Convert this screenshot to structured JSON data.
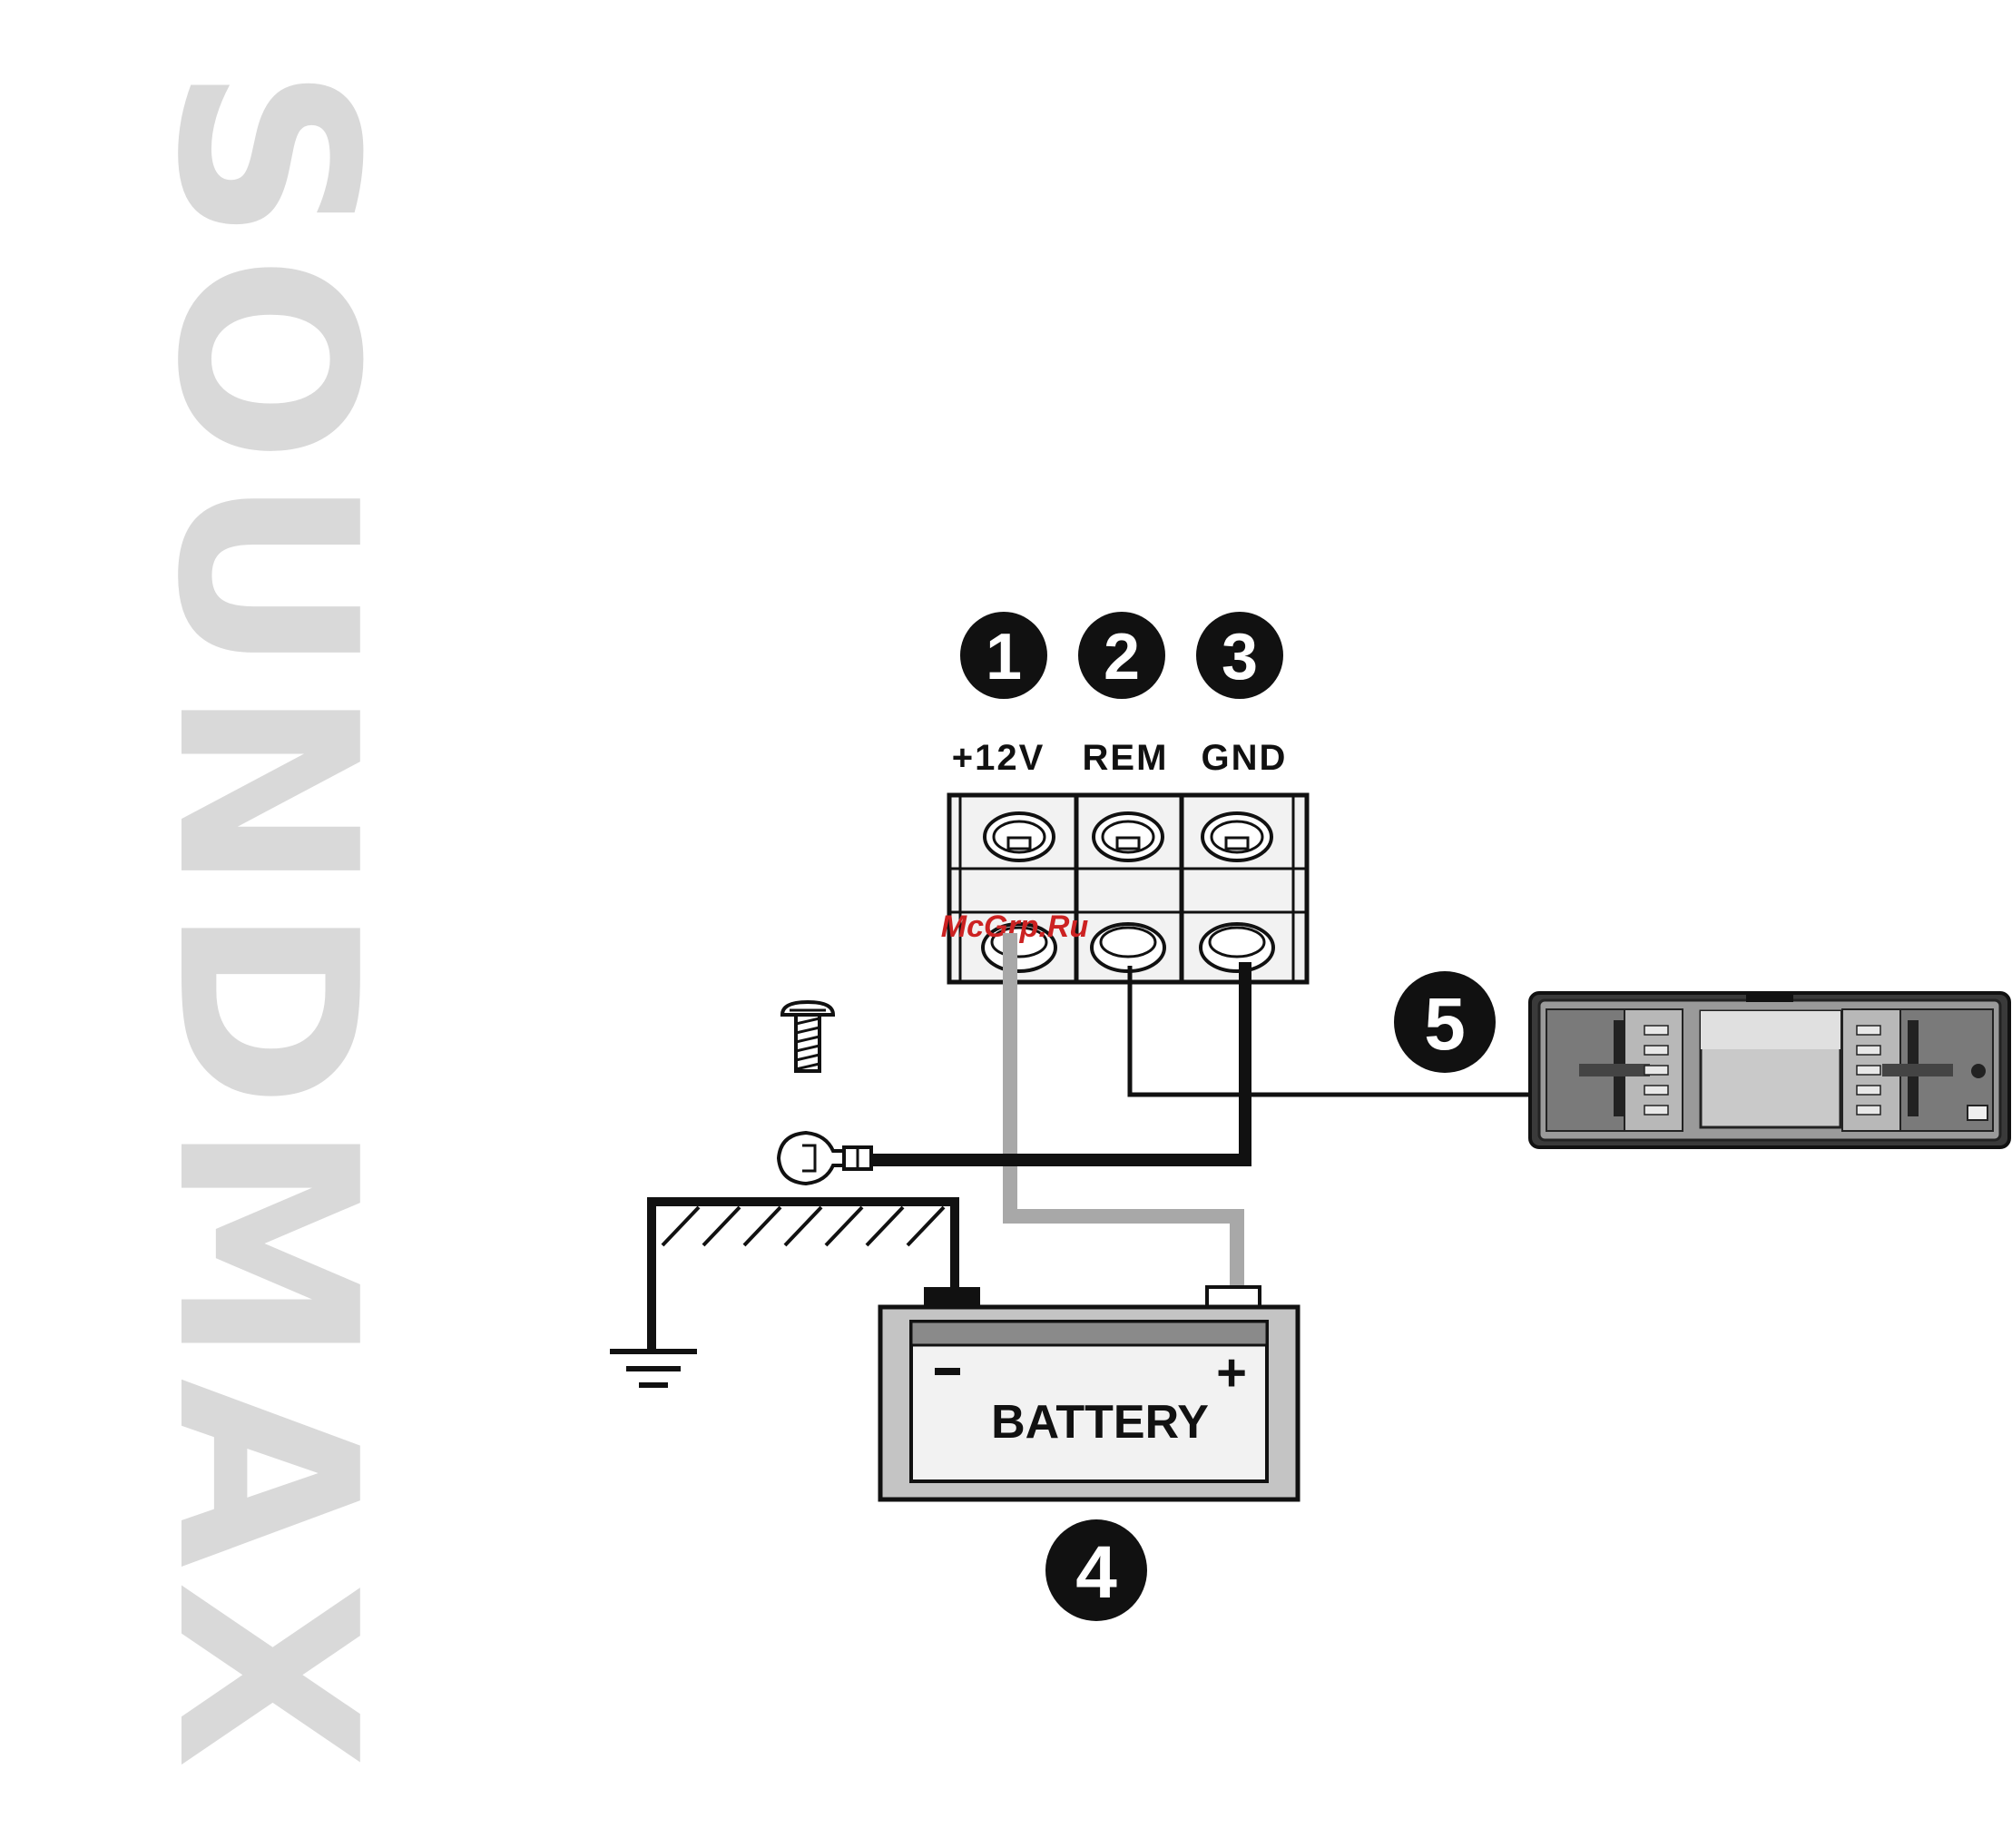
{
  "brand": {
    "text": "SOUNDMAX",
    "color": "#d9d9d9"
  },
  "callouts": [
    {
      "id": "1",
      "text": "1"
    },
    {
      "id": "2",
      "text": "2"
    },
    {
      "id": "3",
      "text": "3"
    },
    {
      "id": "4",
      "text": "4"
    },
    {
      "id": "5",
      "text": "5"
    }
  ],
  "terminal_labels": {
    "plus12v": "+12V",
    "rem": "REM",
    "gnd": "GND"
  },
  "battery": {
    "label": "BATTERY",
    "minus": "−",
    "plus": "+"
  },
  "watermark": {
    "text": "McGrp.Ru",
    "color": "#cc2222"
  },
  "wire_colors": {
    "power": "#a8a8a8",
    "ground": "#111111",
    "remote": "#111111"
  },
  "icons": [
    "screw-icon",
    "ring-terminal-icon",
    "ground-symbol-icon",
    "head-unit-icon"
  ]
}
